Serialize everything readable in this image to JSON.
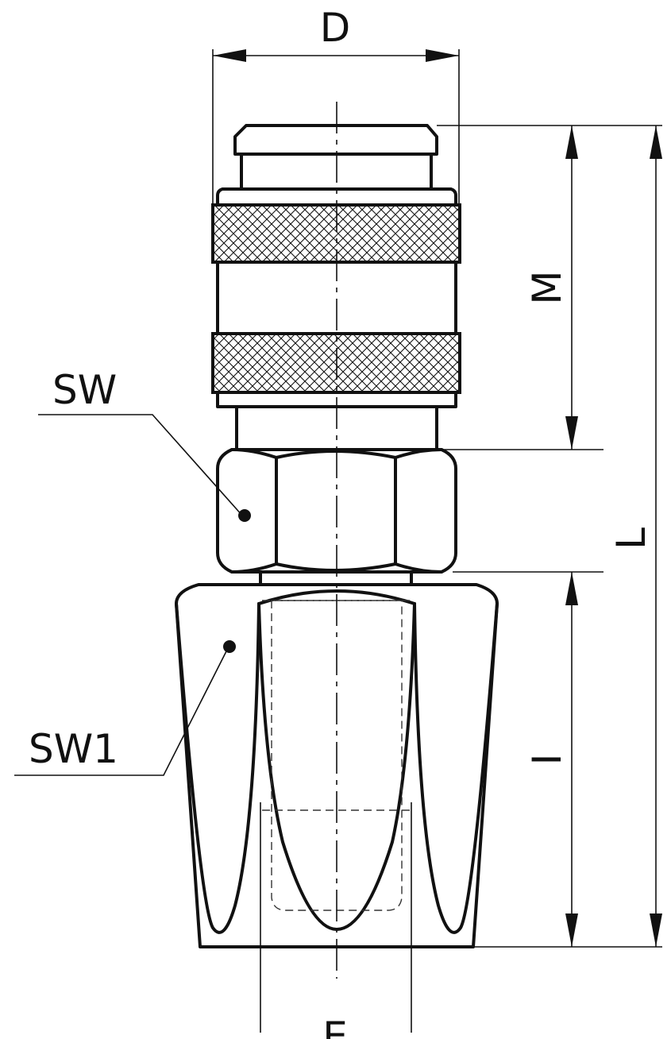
{
  "labels": {
    "d": "D",
    "m": "M",
    "l_total": "L",
    "l_insert": "I",
    "sw": "SW",
    "sw1": "SW1",
    "e": "E"
  },
  "colors": {
    "line": "#111111",
    "background": "#ffffff"
  }
}
